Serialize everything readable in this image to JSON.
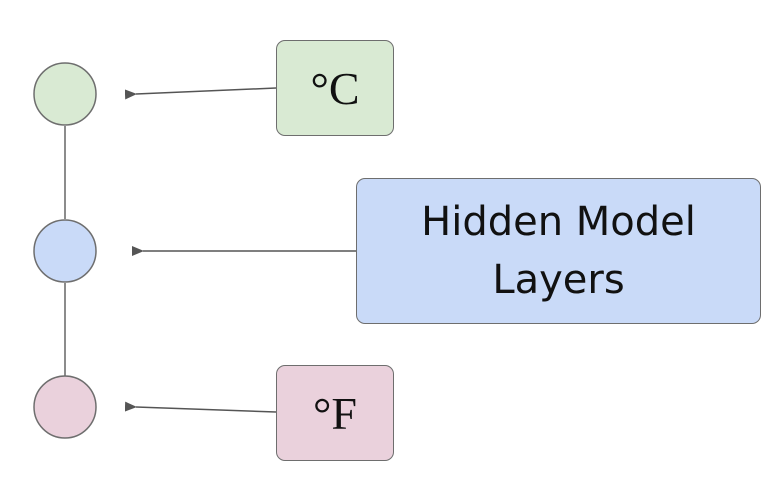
{
  "nodes": {
    "top": {
      "fill": "#d9ead3"
    },
    "middle": {
      "fill": "#c9daf8"
    },
    "bottom": {
      "fill": "#ead1dc"
    }
  },
  "labels": {
    "celsius": {
      "text": "°C",
      "fill": "#d9ead3"
    },
    "hidden": {
      "text": "Hidden Model Layers",
      "fill": "#c9daf8"
    },
    "fahrenheit": {
      "text": "°F",
      "fill": "#ead1dc"
    }
  },
  "colors": {
    "stroke": "#6e6e6e",
    "arrow": "#555555",
    "connector": "#666666"
  }
}
